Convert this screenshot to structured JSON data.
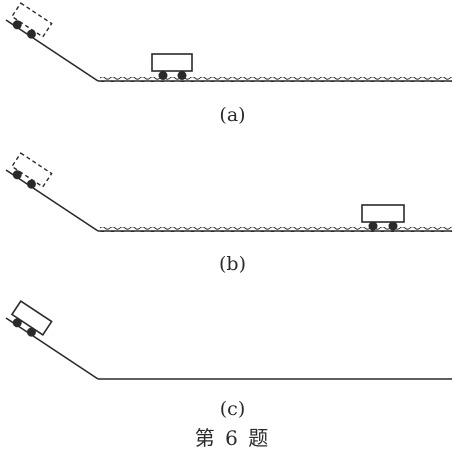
{
  "figure": {
    "caption": "第 6 题",
    "panels": [
      {
        "id": "a",
        "label": "(a)"
      },
      {
        "id": "b",
        "label": "(b)"
      },
      {
        "id": "c",
        "label": "(c)"
      }
    ]
  },
  "colors": {
    "ink": "#2a2a2a",
    "background": "#ffffff"
  }
}
